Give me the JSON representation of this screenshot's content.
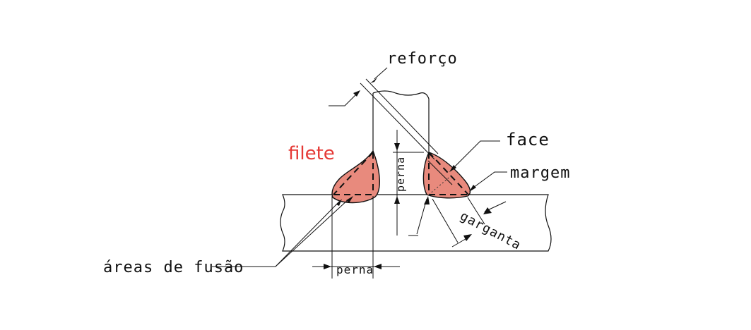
{
  "labels": {
    "reinforcement": "reforço",
    "fillet": "filete",
    "face": "face",
    "margin": "margem",
    "leg_vertical": "perna",
    "leg_horizontal": "perna",
    "throat": "garganta",
    "fusion_areas": "áreas de fusão"
  },
  "colors": {
    "weld_fill": "#e88a7d",
    "fillet_label": "#e53935",
    "lines": "#111111",
    "background": "#ffffff"
  }
}
